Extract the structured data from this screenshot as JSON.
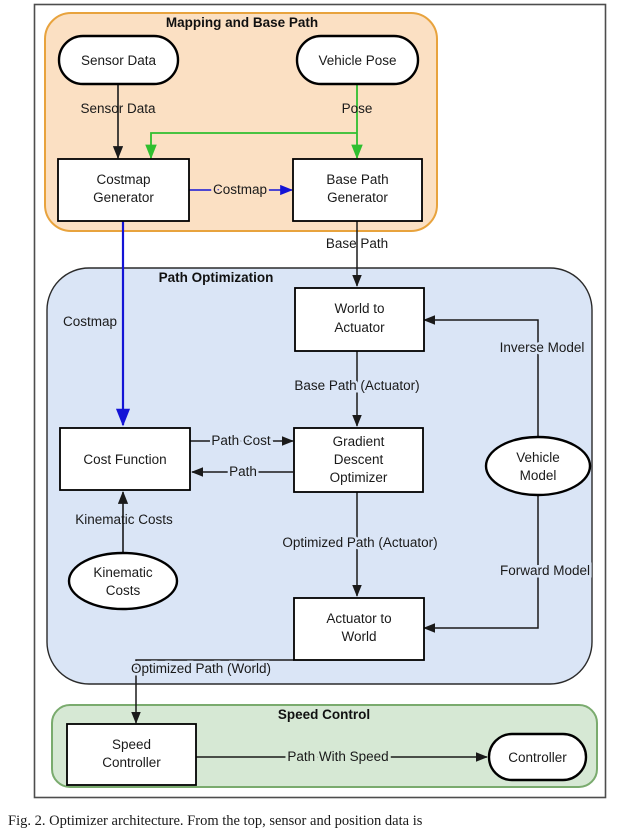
{
  "figure": {
    "outer_border_color": "#4d4d4d",
    "groups": [
      {
        "id": "mapping",
        "label": "Mapping and Base Path",
        "fill": "#fbe0c3",
        "stroke": "#e8a33d"
      },
      {
        "id": "optimization",
        "label": "Path Optimization",
        "fill": "#dae5f6",
        "stroke": "#2b2b2b"
      },
      {
        "id": "speed",
        "label": "Speed Control",
        "fill": "#d6e8d4",
        "stroke": "#7aab6e"
      }
    ],
    "nodes": [
      {
        "id": "sensor_data_src",
        "shape": "ellipse",
        "lines": [
          "Sensor Data"
        ]
      },
      {
        "id": "vehicle_pose_src",
        "shape": "ellipse",
        "lines": [
          "Vehicle Pose"
        ]
      },
      {
        "id": "costmap_generator",
        "shape": "box",
        "lines": [
          "Costmap",
          "Generator"
        ]
      },
      {
        "id": "base_path_generator",
        "shape": "box",
        "lines": [
          "Base Path",
          "Generator"
        ]
      },
      {
        "id": "world_to_actuator",
        "shape": "box",
        "lines": [
          "World to",
          "Actuator"
        ]
      },
      {
        "id": "cost_function",
        "shape": "box",
        "lines": [
          "Cost Function"
        ]
      },
      {
        "id": "gradient_descent_optimizer",
        "shape": "box",
        "lines": [
          "Gradient",
          "Descent",
          "Optimizer"
        ]
      },
      {
        "id": "vehicle_model",
        "shape": "ellipse",
        "lines": [
          "Vehicle",
          "Model"
        ]
      },
      {
        "id": "kinematic_costs_src",
        "shape": "ellipse",
        "lines": [
          "Kinematic",
          "Costs"
        ]
      },
      {
        "id": "actuator_to_world",
        "shape": "box",
        "lines": [
          "Actuator to",
          "World"
        ]
      },
      {
        "id": "speed_controller",
        "shape": "box",
        "lines": [
          "Speed",
          "Controller"
        ]
      },
      {
        "id": "controller_sink",
        "shape": "ellipse",
        "lines": [
          "Controller"
        ]
      }
    ],
    "edges": [
      {
        "id": "e-sensor-data",
        "label": "Sensor Data",
        "color": "#1a1a1a"
      },
      {
        "id": "e-pose",
        "label": "Pose",
        "color": "#2fbf2f"
      },
      {
        "id": "e-pose-costmap",
        "label": "",
        "color": "#2fbf2f"
      },
      {
        "id": "e-costmap-to-basepath",
        "label": "Costmap",
        "color": "#1414d6"
      },
      {
        "id": "e-costmap-to-costfn",
        "label": "Costmap",
        "color": "#1414d6"
      },
      {
        "id": "e-base-path",
        "label": "Base Path",
        "color": "#1a1a1a"
      },
      {
        "id": "e-base-path-actuator",
        "label": "Base Path (Actuator)",
        "color": "#1a1a1a"
      },
      {
        "id": "e-path-cost",
        "label": "Path Cost",
        "color": "#1a1a1a"
      },
      {
        "id": "e-path",
        "label": "Path",
        "color": "#1a1a1a"
      },
      {
        "id": "e-inverse-model",
        "label": "Inverse Model",
        "color": "#1a1a1a"
      },
      {
        "id": "e-forward-model",
        "label": "Forward Model",
        "color": "#1a1a1a"
      },
      {
        "id": "e-kinematic-costs",
        "label": "Kinematic Costs",
        "color": "#1a1a1a"
      },
      {
        "id": "e-optimized-path-actuator",
        "label": "Optimized Path (Actuator)",
        "color": "#1a1a1a"
      },
      {
        "id": "e-optimized-path-world",
        "label": "Optimized Path (World)",
        "color": "#1a1a1a"
      },
      {
        "id": "e-path-with-speed",
        "label": "Path With Speed",
        "color": "#1a1a1a"
      }
    ]
  },
  "caption": {
    "text": "Fig. 2.   Optimizer architecture. From the top, sensor and position data is"
  }
}
